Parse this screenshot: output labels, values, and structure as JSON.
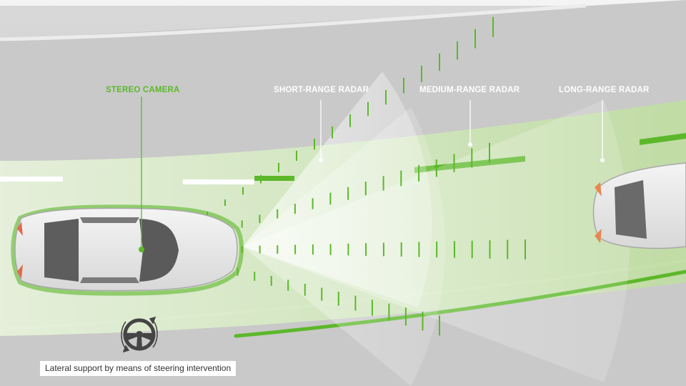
{
  "labels": {
    "stereo_camera": "STEREO CAMERA",
    "short_range_radar": "SHORT-RANGE RADAR",
    "medium_range_radar": "MEDIUM-RANGE RADAR",
    "long_range_radar": "LONG-RANGE RADAR"
  },
  "caption": "Lateral support by means of steering intervention",
  "colors": {
    "accent_green": "#5cb82a",
    "road": "#c4c4c4",
    "label_white": "#ffffff"
  },
  "icons": [
    "steering-wheel-icon",
    "rotate-arrows-icon"
  ]
}
